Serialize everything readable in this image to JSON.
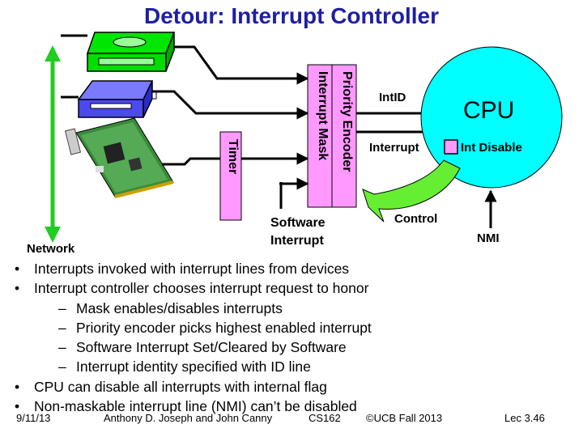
{
  "slide": {
    "title": "Detour: Interrupt Controller"
  },
  "diagram": {
    "priority_encoder": "Priority Encoder",
    "interrupt_mask": "Interrupt Mask",
    "timer": "Timer",
    "int_id": "IntID",
    "interrupt": "Interrupt",
    "cpu": "CPU",
    "int_disable": "Int Disable",
    "control": "Control",
    "nmi": "NMI",
    "software_interrupt_line1": "Software",
    "software_interrupt_line2": "Interrupt",
    "network": "Network",
    "colors": {
      "title": "#1f1fa3",
      "cpu": "#00ffff",
      "controller": "#ff99ff",
      "arrow_green": "#66ee33",
      "bus_green": "#22cc22"
    }
  },
  "bullets": [
    {
      "level": 1,
      "text": "Interrupts invoked with interrupt lines from devices"
    },
    {
      "level": 1,
      "text": "Interrupt controller chooses interrupt request to honor"
    },
    {
      "level": 2,
      "text": "Mask enables/disables interrupts"
    },
    {
      "level": 2,
      "text": "Priority encoder picks highest enabled interrupt"
    },
    {
      "level": 2,
      "text": "Software Interrupt Set/Cleared by Software"
    },
    {
      "level": 2,
      "text": "Interrupt identity specified with ID line"
    },
    {
      "level": 1,
      "text": "CPU can disable all interrupts with internal flag"
    },
    {
      "level": 1,
      "text": "Non-maskable interrupt line (NMI) can’t be disabled"
    }
  ],
  "footer": {
    "date": "9/11/13",
    "authors": "Anthony D. Joseph and John Canny",
    "course": "CS162",
    "copyright": "©UCB Fall 2013",
    "lecture": "Lec 3.46"
  }
}
